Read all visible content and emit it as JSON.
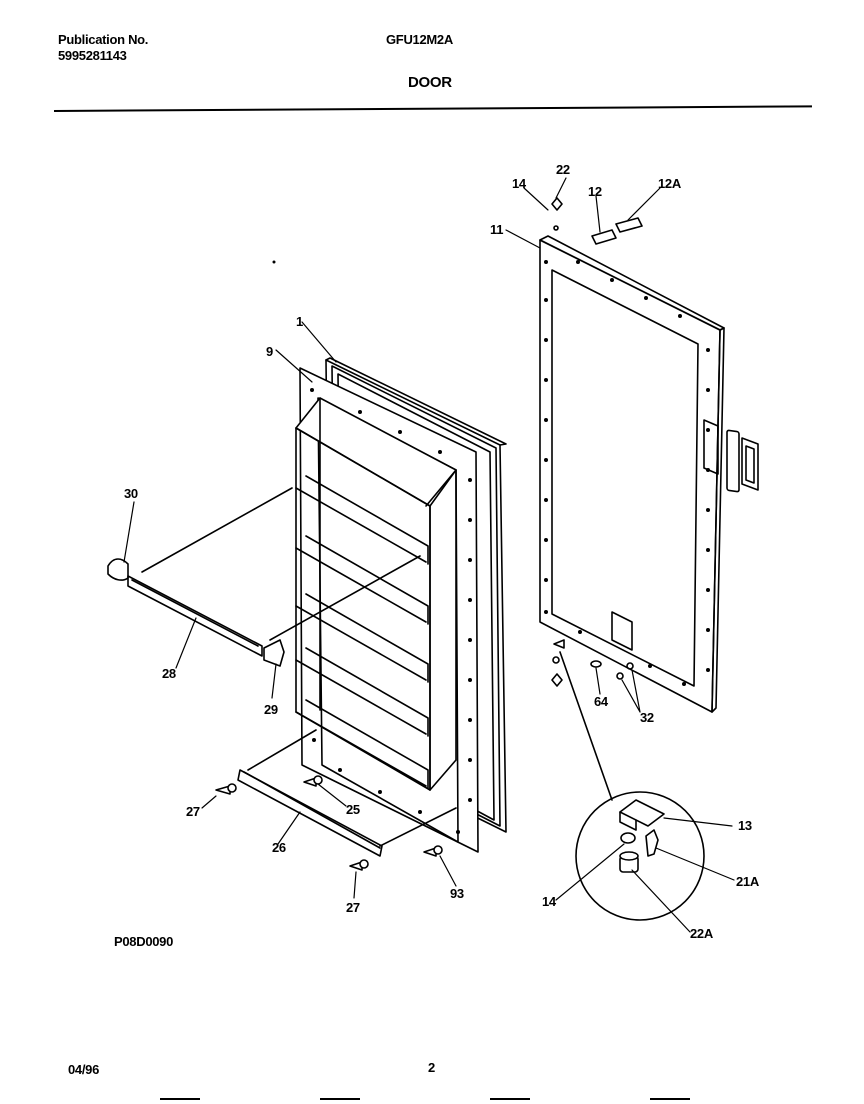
{
  "header": {
    "publication_label": "Publication No.",
    "publication_number": "5995281143",
    "model": "GFU12M2A",
    "section_title": "DOOR"
  },
  "diagram_code": "P08D0090",
  "footer": {
    "date": "04/96",
    "page": "2"
  },
  "callouts": {
    "c1": "1",
    "c9": "9",
    "c11": "11",
    "c12": "12",
    "c12a": "12A",
    "c13": "13",
    "c14_top": "14",
    "c14_detail": "14",
    "c21a": "21A",
    "c22": "22",
    "c22a": "22A",
    "c25": "25",
    "c26": "26",
    "c27_left": "27",
    "c27_bottom": "27",
    "c28": "28",
    "c29": "29",
    "c30": "30",
    "c32": "32",
    "c64": "64",
    "c93": "93"
  }
}
